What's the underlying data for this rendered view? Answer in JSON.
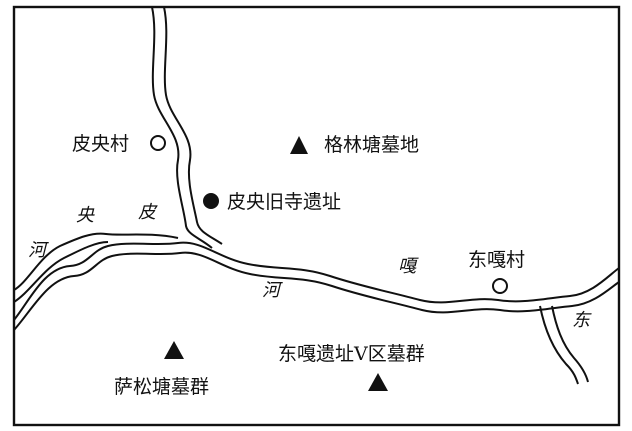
{
  "colors": {
    "ink": "#111111",
    "paper": "#ffffff"
  },
  "legend_symbols": {
    "village": "hollow-circle",
    "site": "filled-circle",
    "tomb_group": "filled-triangle"
  },
  "places": {
    "piyang_village": "皮央村",
    "dongga_village": "东嘎村",
    "piyang_old_temple_site": "皮央旧寺遗址",
    "gelintang_cemetery": "格林塘墓地",
    "sasongtang_tomb_group": "萨松塘墓群",
    "dongga_site_v_tombs": "东嘎遗址V区墓群"
  },
  "rivers": {
    "piyang_he": {
      "char1": "皮",
      "char2": "央",
      "char3": "河"
    },
    "dongga_he": {
      "char1": "嘎",
      "char2": "河"
    },
    "dong": "东"
  }
}
